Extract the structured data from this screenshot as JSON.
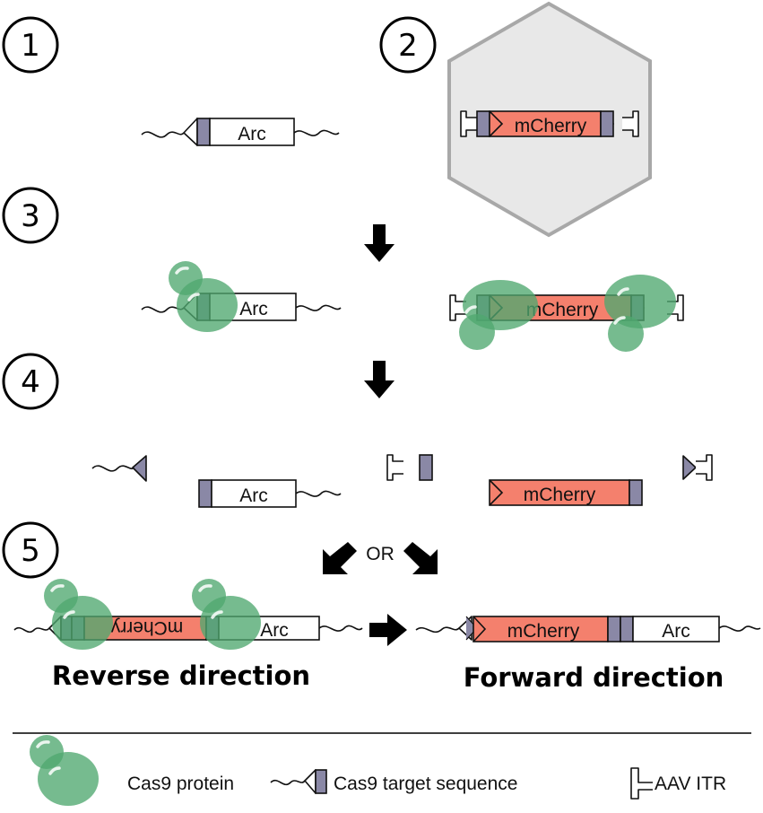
{
  "steps": [
    "1",
    "2",
    "3",
    "4",
    "5"
  ],
  "genes": {
    "arc": "Arc",
    "mcherry": "mCherry",
    "mcherry_inverted": "mCherry"
  },
  "connector": "OR",
  "outcomes": {
    "reverse": "Reverse direction",
    "forward": "Forward direction"
  },
  "legend": {
    "cas9_protein": "Cas9 protein",
    "cas9_target": "Cas9 target sequence",
    "aav_itr": "AAV ITR"
  },
  "colors": {
    "mcherry_fill": "#f4806d",
    "cas9_green": "#4fa870",
    "target_fill": "#8a88a6",
    "capsid_fill": "#e8e8e8",
    "capsid_stroke": "#a8a8a8"
  }
}
